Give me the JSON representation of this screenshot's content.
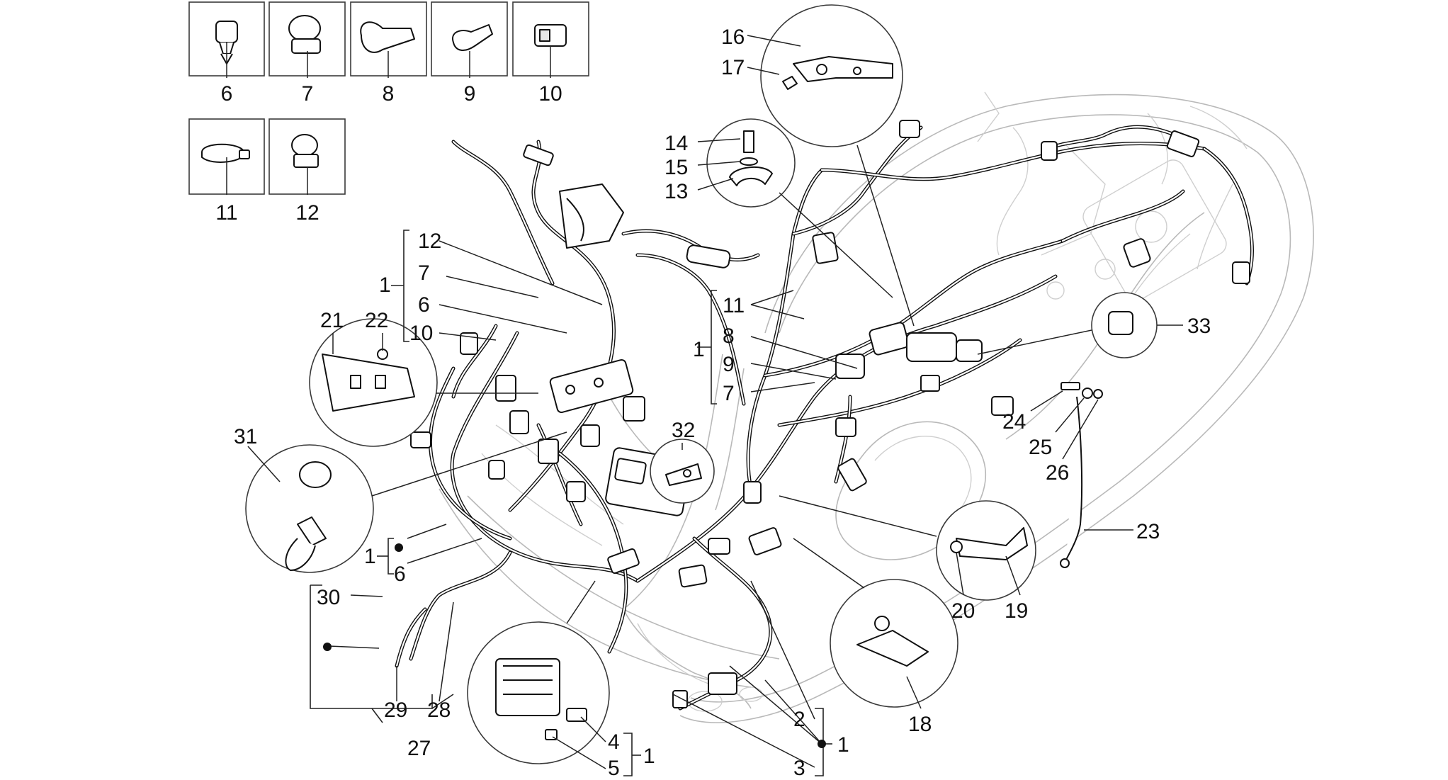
{
  "diagram": {
    "type": "exploded parts diagram",
    "subject": "main wiring harness",
    "callouts": [
      {
        "id": "c6",
        "text": "6"
      },
      {
        "id": "c7",
        "text": "7"
      },
      {
        "id": "c8",
        "text": "8"
      },
      {
        "id": "c9",
        "text": "9"
      },
      {
        "id": "c10",
        "text": "10"
      },
      {
        "id": "c11",
        "text": "11"
      },
      {
        "id": "c12",
        "text": "12"
      },
      {
        "id": "c12b",
        "text": "12"
      },
      {
        "id": "c1a",
        "text": "1"
      },
      {
        "id": "c7b",
        "text": "7"
      },
      {
        "id": "c6b",
        "text": "6"
      },
      {
        "id": "c10b",
        "text": "10"
      },
      {
        "id": "c21",
        "text": "21"
      },
      {
        "id": "c22",
        "text": "22"
      },
      {
        "id": "c31",
        "text": "31"
      },
      {
        "id": "c32",
        "text": "32"
      },
      {
        "id": "c1b",
        "text": "1"
      },
      {
        "id": "c6c",
        "text": "6"
      },
      {
        "id": "c30",
        "text": "30"
      },
      {
        "id": "c29",
        "text": "29"
      },
      {
        "id": "c28",
        "text": "28"
      },
      {
        "id": "c27",
        "text": "27"
      },
      {
        "id": "c16",
        "text": "16"
      },
      {
        "id": "c17",
        "text": "17"
      },
      {
        "id": "c14",
        "text": "14"
      },
      {
        "id": "c15",
        "text": "15"
      },
      {
        "id": "c13",
        "text": "13"
      },
      {
        "id": "c11b",
        "text": "11"
      },
      {
        "id": "c8b",
        "text": "8"
      },
      {
        "id": "c1c",
        "text": "1"
      },
      {
        "id": "c9b",
        "text": "9"
      },
      {
        "id": "c7c",
        "text": "7"
      },
      {
        "id": "c33",
        "text": "33"
      },
      {
        "id": "c24",
        "text": "24"
      },
      {
        "id": "c25",
        "text": "25"
      },
      {
        "id": "c26",
        "text": "26"
      },
      {
        "id": "c23",
        "text": "23"
      },
      {
        "id": "c20",
        "text": "20"
      },
      {
        "id": "c19",
        "text": "19"
      },
      {
        "id": "c18",
        "text": "18"
      },
      {
        "id": "c2",
        "text": "2"
      },
      {
        "id": "c1d",
        "text": "1"
      },
      {
        "id": "c3",
        "text": "3"
      },
      {
        "id": "c4",
        "text": "4"
      },
      {
        "id": "c5",
        "text": "5"
      },
      {
        "id": "c1e",
        "text": "1"
      }
    ]
  }
}
